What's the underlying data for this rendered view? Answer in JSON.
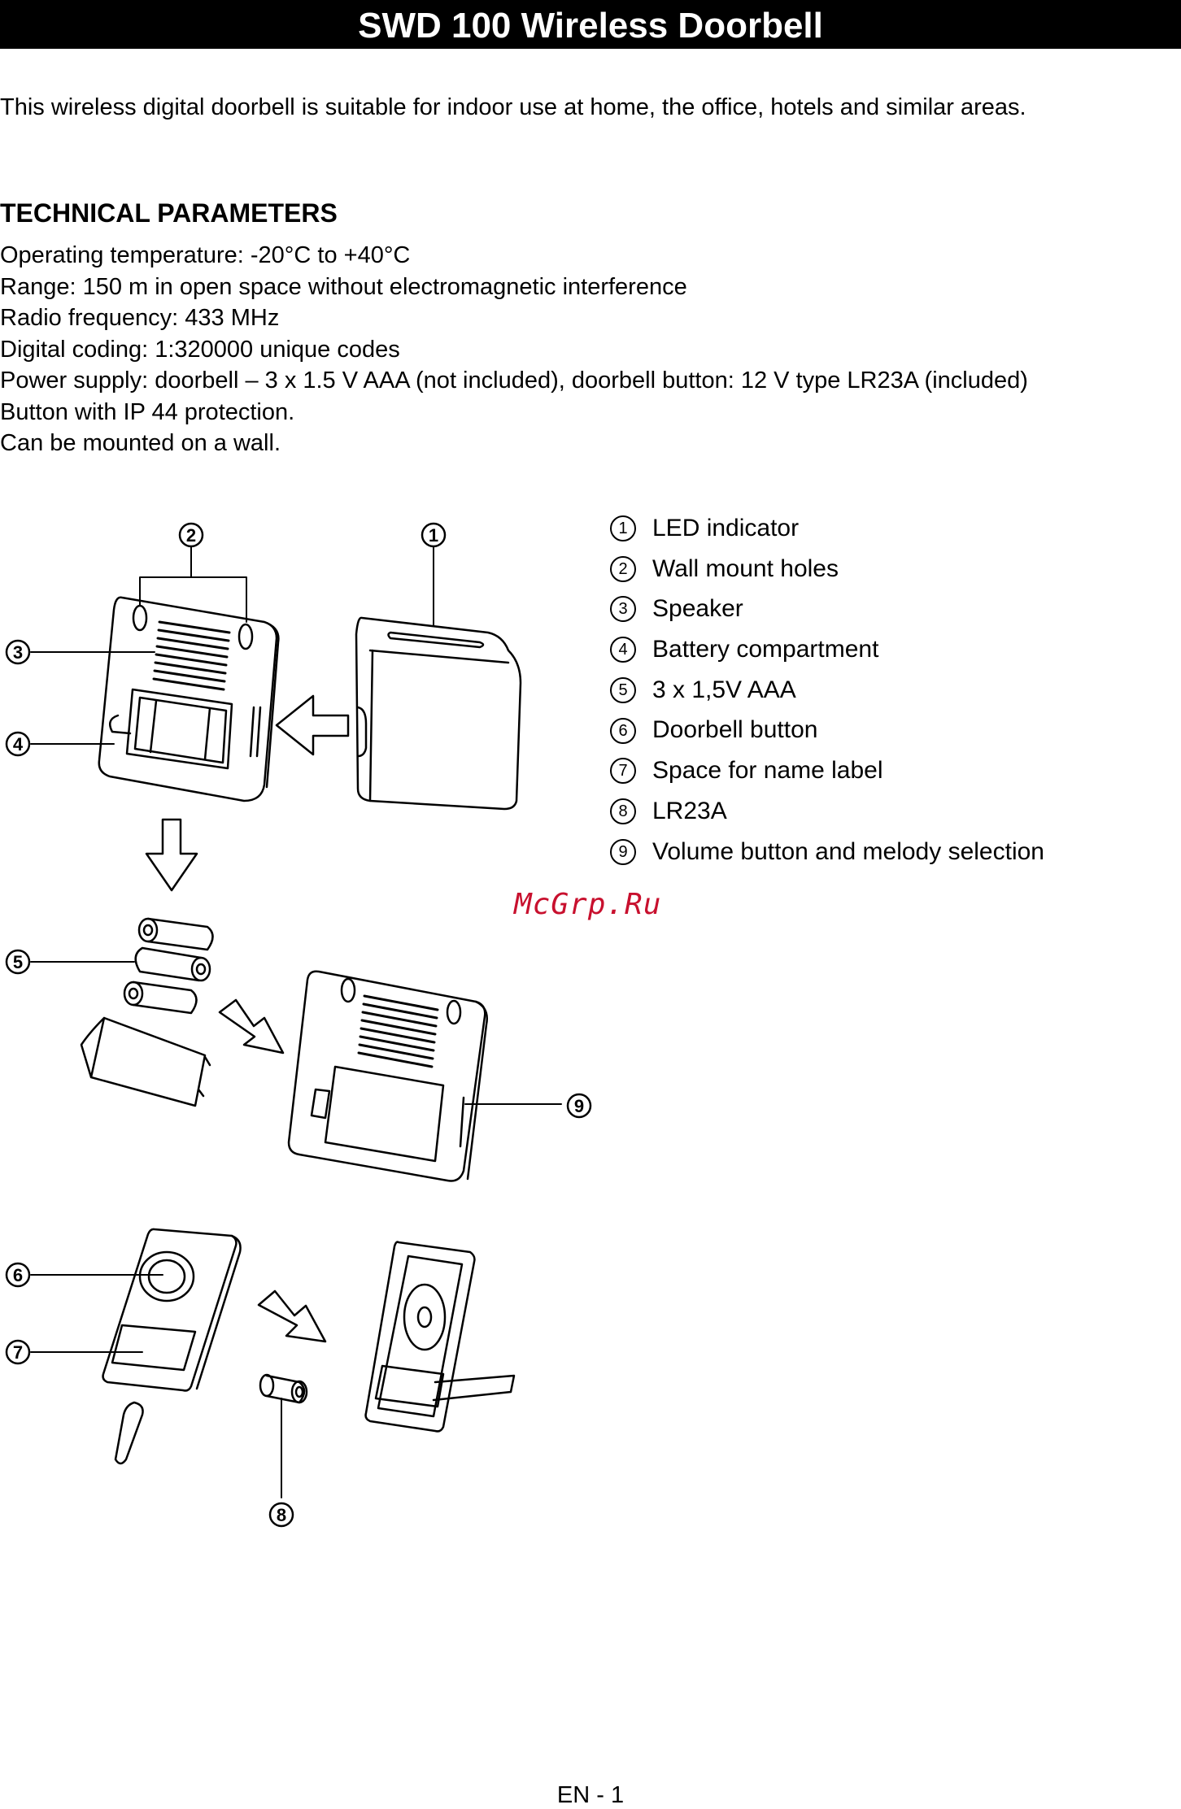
{
  "header": {
    "title": "SWD 100 Wireless Doorbell"
  },
  "intro": {
    "text": "This wireless digital doorbell is suitable for indoor use at home, the office, hotels and similar areas."
  },
  "technical": {
    "heading": "TECHNICAL PARAMETERS",
    "lines": [
      "Operating temperature: -20°C to +40°C",
      "Range: 150 m in open space without electromagnetic interference",
      "Radio frequency: 433 MHz",
      "Digital coding: 1:320000 unique codes",
      "Power supply: doorbell – 3 x 1.5 V AAA (not included), doorbell button: 12 V type LR23A (included)",
      "Button with IP 44 protection.",
      "Can be mounted on a wall."
    ]
  },
  "legend": [
    {
      "num": "1",
      "label": "LED indicator"
    },
    {
      "num": "2",
      "label": "Wall mount holes"
    },
    {
      "num": "3",
      "label": "Speaker"
    },
    {
      "num": "4",
      "label": "Battery compartment"
    },
    {
      "num": "5",
      "label": "3 x 1,5V AAA"
    },
    {
      "num": "6",
      "label": "Doorbell button"
    },
    {
      "num": "7",
      "label": "Space for name label"
    },
    {
      "num": "8",
      "label": "LR23A"
    },
    {
      "num": "9",
      "label": "Volume button and melody selection"
    }
  ],
  "callouts": [
    "1",
    "2",
    "3",
    "4",
    "5",
    "6",
    "7",
    "8",
    "9"
  ],
  "watermark": "McGrp.Ru",
  "footer": {
    "page": "EN - 1"
  }
}
